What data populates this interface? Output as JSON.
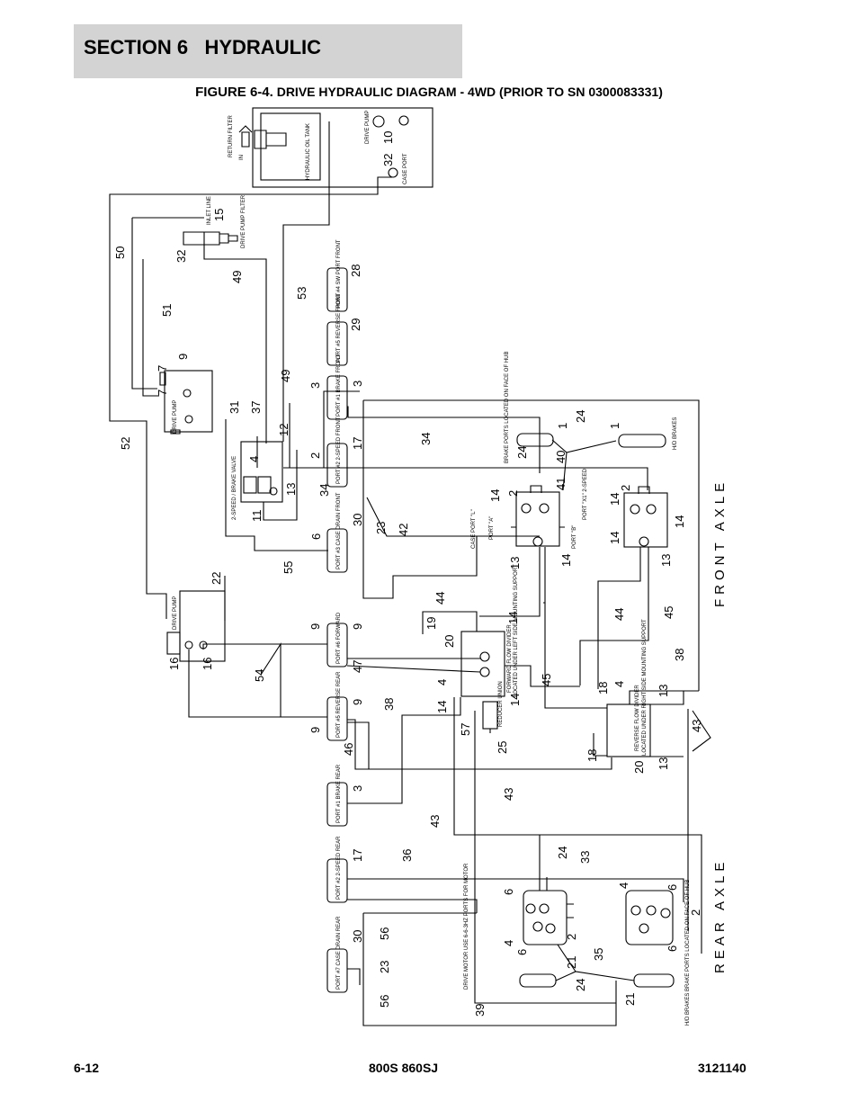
{
  "header": {
    "section": "SECTION 6   HYDRAULIC",
    "figure_lead": "FIGURE 6-4.",
    "figure_title": " DRIVE HYDRAULIC DIAGRAM - 4WD (PRIOR TO SN 0300083331)"
  },
  "footer": {
    "page": "6-12",
    "model": "800S 860SJ",
    "doc_number": "3121140"
  },
  "diagram": {
    "axle_front": "FRONT AXLE",
    "axle_rear": "REAR AXLE",
    "tank": {
      "tank_label": "HYDRAULIC OIL TANK",
      "return_filter": "RETURN FILTER",
      "in": "IN",
      "drive_pump": "DRIVE PUMP",
      "case_port": "CASE PORT"
    },
    "components": {
      "inlet_line": "INLET LINE",
      "drive_pump_filter": "DRIVE PUMP FILTER",
      "drive_pump_top": "DRIVE PUMP",
      "drive_pump_bottom": "DRIVE PUMP",
      "two_speed_brake": "2-SPEED / BRAKE VALVE",
      "forward_divider": "FORWARD FLOW DIVIDER",
      "forward_divider_loc": "LOCATED UNDER LEFT SIDE MOUNTING SUPPORT",
      "reverse_divider": "REVERSE FLOW DIVIDER",
      "reverse_divider_loc": "LOCATED UNDER RIGHT SIDE MOUNTING SUPPORT",
      "reducer": "REDUCER UNION",
      "brakes_front": "BRAKE PORTS LOCATED ON FACE OF HUB",
      "hwd_brakes": "H/D BRAKES",
      "brakes_rear": "H/D BRAKES BRAKE PORTS LOCATED ON FACE OF HUB",
      "drive_motor_rear": "DRIVE MOTOR USE 6-6-3HZ PORTS FOR MOTOR"
    },
    "ports": [
      "PORT #4 SW PORT FRONT",
      "PORT #5 REVERSE FRONT",
      "PORT #1 BRAKE FRONT",
      "PORT #2 2-SPEED FRONT",
      "PORT #3 CASE DRAIN FRONT",
      "PORT #6 FORWARD",
      "PORT #5 REVERSE REAR",
      "PORT #1 BRAKE REAR",
      "PORT #2 2-SPEED REAR",
      "PORT #7 CASE DRAIN REAR"
    ],
    "motor_ports": {
      "case_port_l": "CASE PORT \"L\"",
      "port_a": "PORT \"A\"",
      "port_b": "PORT \"B\"",
      "port_x1": "PORT \"X1\" 2-SPEED"
    },
    "numbers": {
      "n10": "10",
      "n32a": "32",
      "n15": "15",
      "n32b": "32",
      "n50": "50",
      "n51": "51",
      "n49a": "49",
      "n53": "53",
      "n28": "28",
      "n29": "29",
      "n9a": "9",
      "n7a": "7",
      "n7b": "7",
      "n49b": "49",
      "n3a": "3",
      "n3b": "3",
      "n52": "52",
      "n31": "31",
      "n37": "37",
      "n12": "12",
      "n4a": "4",
      "n13a": "13",
      "n11": "11",
      "n2a": "2",
      "n17a": "17",
      "n34a": "34",
      "n34b": "34",
      "n6a": "6",
      "n55": "55",
      "n30a": "30",
      "n23a": "23",
      "n42": "42",
      "n1a": "1",
      "n24a": "24",
      "n1b": "1",
      "n24b": "24",
      "n40": "40",
      "n41": "41",
      "n14a": "14",
      "n2b": "2",
      "n2c": "2",
      "n14b": "14",
      "n13b": "13",
      "n14c": "14",
      "n14d": "14",
      "n13c": "13",
      "n14e": "14",
      "n22": "22",
      "n16a": "16",
      "n16b": "16",
      "n9b": "9",
      "n9c": "9",
      "n54": "54",
      "n47": "47",
      "n44a": "44",
      "n44b": "44",
      "n45a": "45",
      "n19": "19",
      "n20a": "20",
      "n14f": "14",
      "n4b": "4",
      "n14g": "14",
      "n14h": "14",
      "n45b": "45",
      "n38a": "38",
      "n38b": "38",
      "n9d": "9",
      "n9e": "9",
      "n46": "46",
      "n57": "57",
      "n25": "25",
      "n18a": "18",
      "n4c": "4",
      "n13d": "13",
      "n18b": "18",
      "n20b": "20",
      "n13e": "13",
      "n43a": "43",
      "n3c": "3",
      "n43b": "43",
      "n43c": "43",
      "n17b": "17",
      "n36": "36",
      "n24c": "24",
      "n33": "33",
      "n4d": "4",
      "n6b": "6",
      "n6c": "6",
      "n30b": "30",
      "n56a": "56",
      "n4e": "4",
      "n2d": "2",
      "n6d": "6",
      "n6e": "6",
      "n2e": "2",
      "n23b": "23",
      "n21a": "21",
      "n35": "35",
      "n24d": "24",
      "n56b": "56",
      "n39": "39",
      "n21b": "21"
    }
  }
}
